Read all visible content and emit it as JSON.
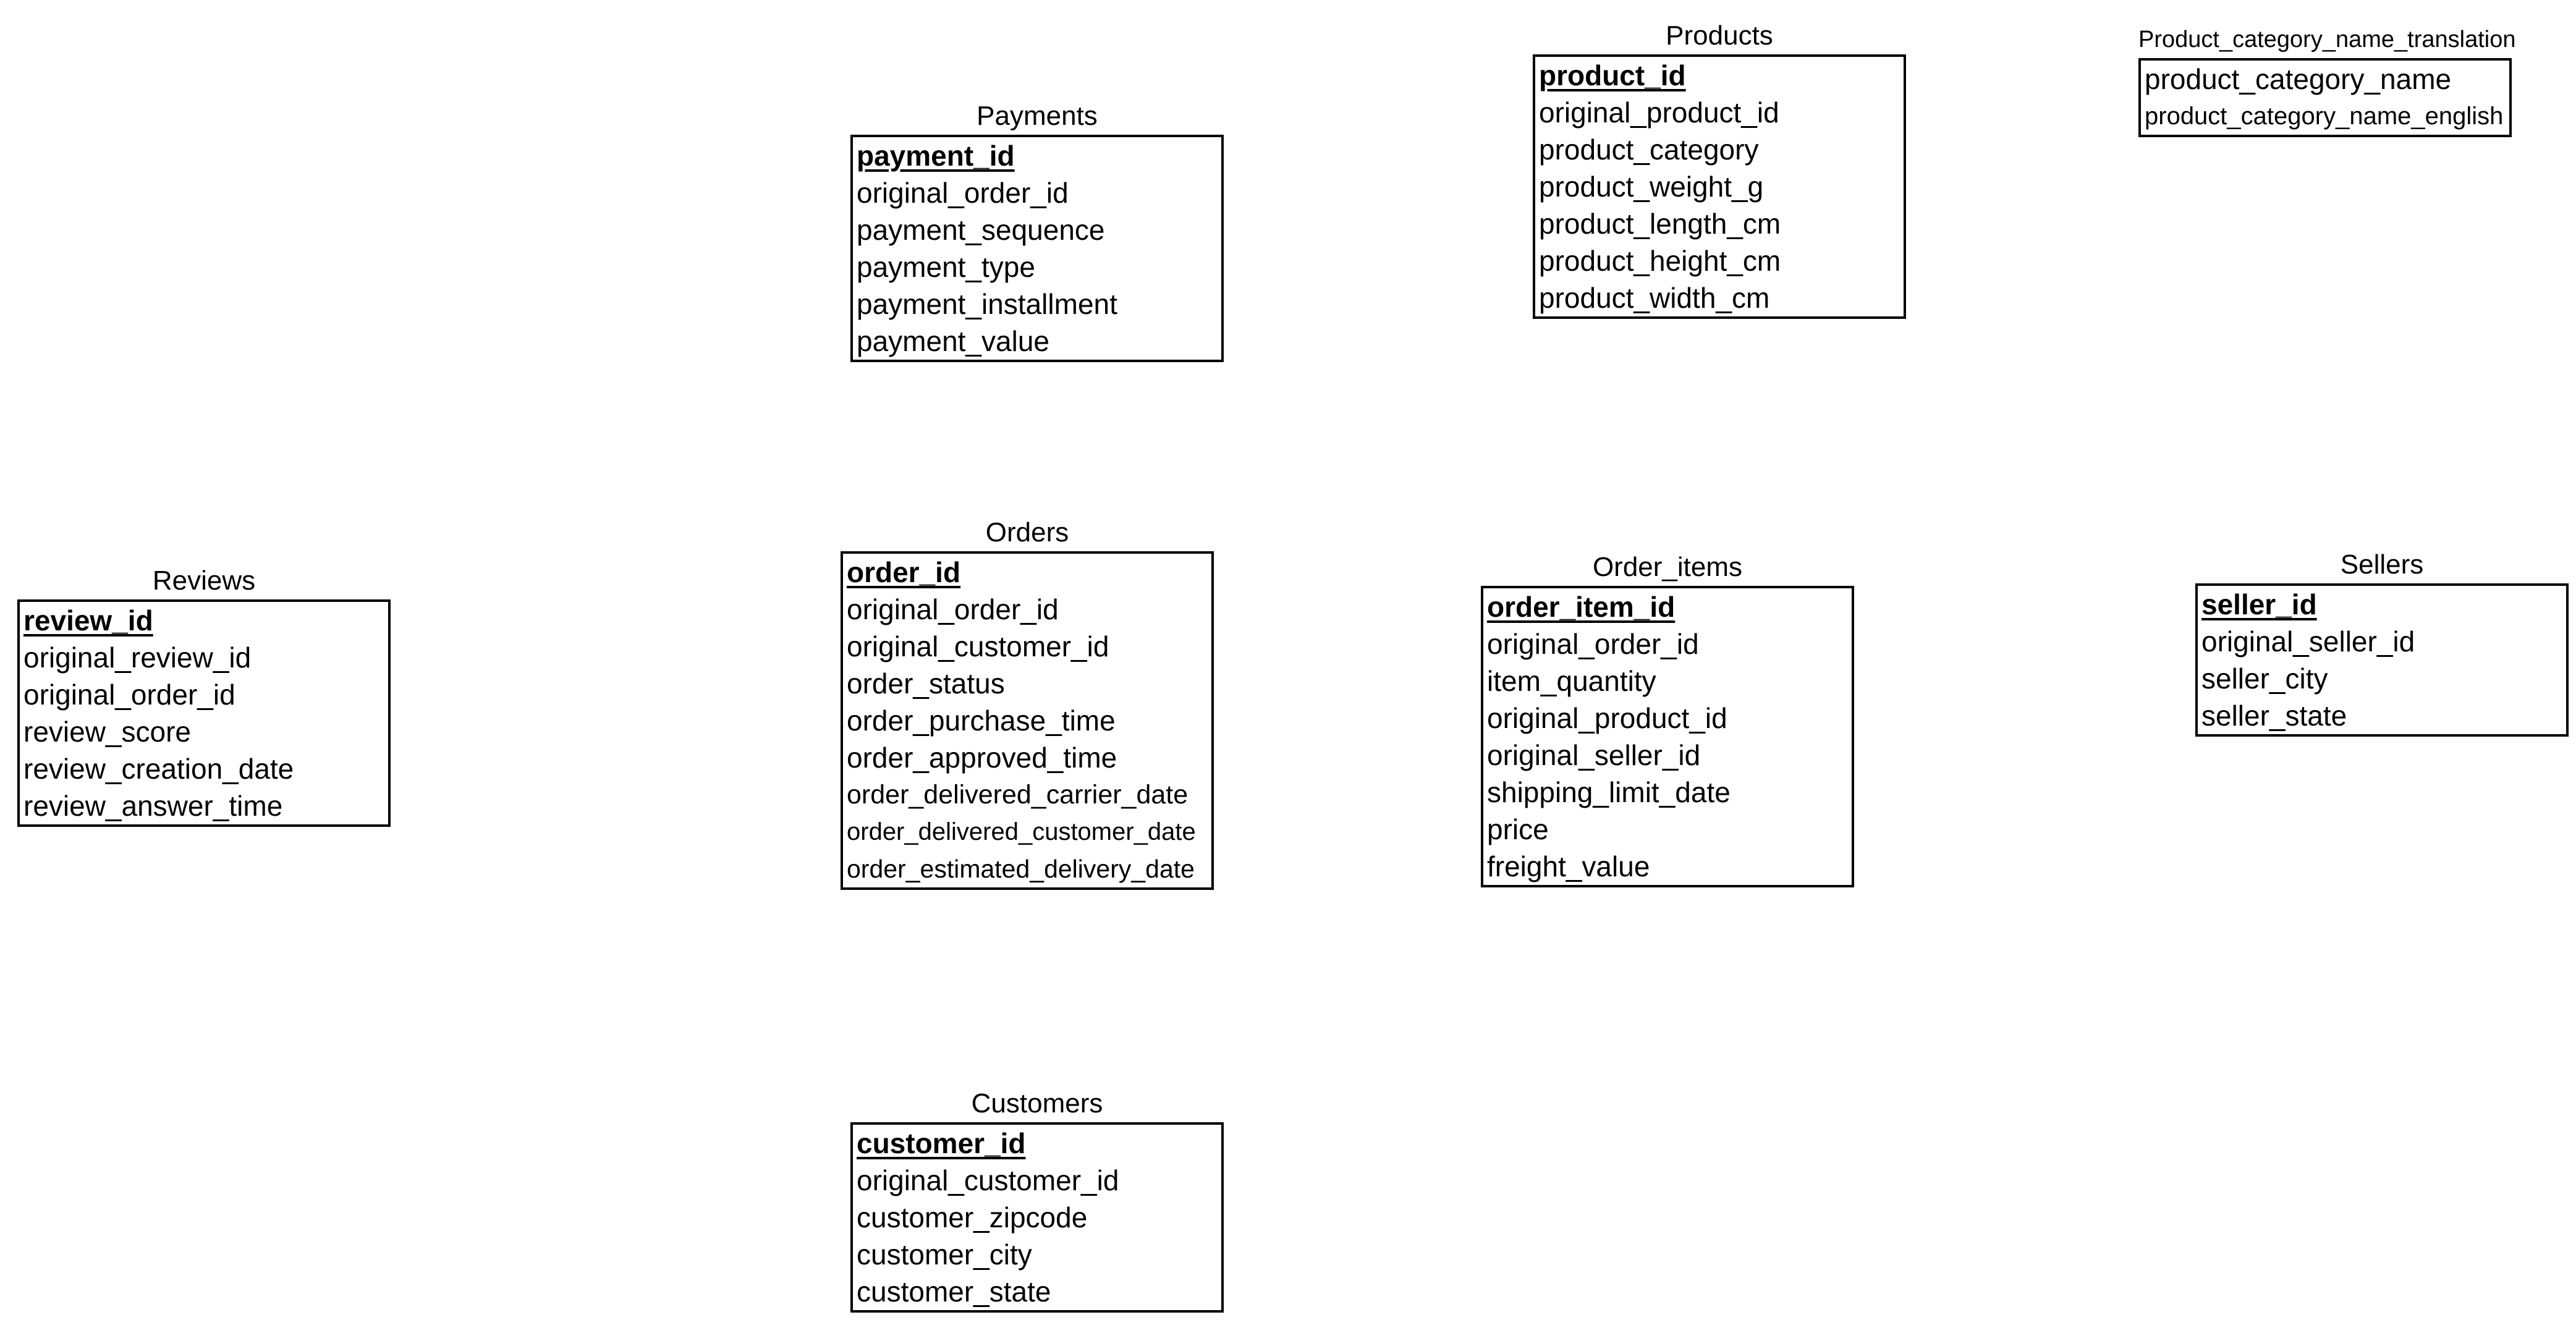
{
  "diagram": {
    "entities": [
      {
        "key": "reviews",
        "title": "Reviews",
        "fields": [
          {
            "name": "review_id",
            "pk": true
          },
          {
            "name": "original_review_id",
            "pk": false
          },
          {
            "name": "original_order_id",
            "pk": false
          },
          {
            "name": "review_score",
            "pk": false
          },
          {
            "name": "review_creation_date",
            "pk": false
          },
          {
            "name": "review_answer_time",
            "pk": false
          }
        ]
      },
      {
        "key": "payments",
        "title": "Payments",
        "fields": [
          {
            "name": "payment_id",
            "pk": true
          },
          {
            "name": "original_order_id",
            "pk": false
          },
          {
            "name": "payment_sequence",
            "pk": false
          },
          {
            "name": "payment_type",
            "pk": false
          },
          {
            "name": "payment_installment",
            "pk": false
          },
          {
            "name": "payment_value",
            "pk": false
          }
        ]
      },
      {
        "key": "orders",
        "title": "Orders",
        "fields": [
          {
            "name": "order_id",
            "pk": true
          },
          {
            "name": "original_order_id",
            "pk": false
          },
          {
            "name": "original_customer_id",
            "pk": false
          },
          {
            "name": "order_status",
            "pk": false
          },
          {
            "name": "order_purchase_time",
            "pk": false
          },
          {
            "name": "order_approved_time",
            "pk": false
          },
          {
            "name": "order_delivered_carrier_date",
            "pk": false
          },
          {
            "name": "order_delivered_customer_date",
            "pk": false
          },
          {
            "name": "order_estimated_delivery_date",
            "pk": false
          }
        ]
      },
      {
        "key": "customers",
        "title": "Customers",
        "fields": [
          {
            "name": "customer_id",
            "pk": true
          },
          {
            "name": "original_customer_id",
            "pk": false
          },
          {
            "name": "customer_zipcode",
            "pk": false
          },
          {
            "name": "customer_city",
            "pk": false
          },
          {
            "name": "customer_state",
            "pk": false
          }
        ]
      },
      {
        "key": "products",
        "title": "Products",
        "fields": [
          {
            "name": "product_id",
            "pk": true
          },
          {
            "name": "original_product_id",
            "pk": false
          },
          {
            "name": "product_category",
            "pk": false
          },
          {
            "name": "product_weight_g",
            "pk": false
          },
          {
            "name": "product_length_cm",
            "pk": false
          },
          {
            "name": "product_height_cm",
            "pk": false
          },
          {
            "name": "product_width_cm",
            "pk": false
          }
        ]
      },
      {
        "key": "order-items",
        "title": "Order_items",
        "fields": [
          {
            "name": "order_item_id",
            "pk": true
          },
          {
            "name": "original_order_id",
            "pk": false
          },
          {
            "name": "item_quantity",
            "pk": false
          },
          {
            "name": "original_product_id",
            "pk": false
          },
          {
            "name": "original_seller_id",
            "pk": false
          },
          {
            "name": "shipping_limit_date",
            "pk": false
          },
          {
            "name": "price",
            "pk": false
          },
          {
            "name": "freight_value",
            "pk": false
          }
        ]
      },
      {
        "key": "product-category-name-translation",
        "title": "Product_category_name_translation",
        "fields": [
          {
            "name": "product_category_name",
            "pk": false
          },
          {
            "name": "product_category_name_english",
            "pk": false
          }
        ]
      },
      {
        "key": "sellers",
        "title": "Sellers",
        "fields": [
          {
            "name": "seller_id",
            "pk": true
          },
          {
            "name": "original_seller_id",
            "pk": false
          },
          {
            "name": "seller_city",
            "pk": false
          },
          {
            "name": "seller_state",
            "pk": false
          }
        ]
      }
    ]
  }
}
